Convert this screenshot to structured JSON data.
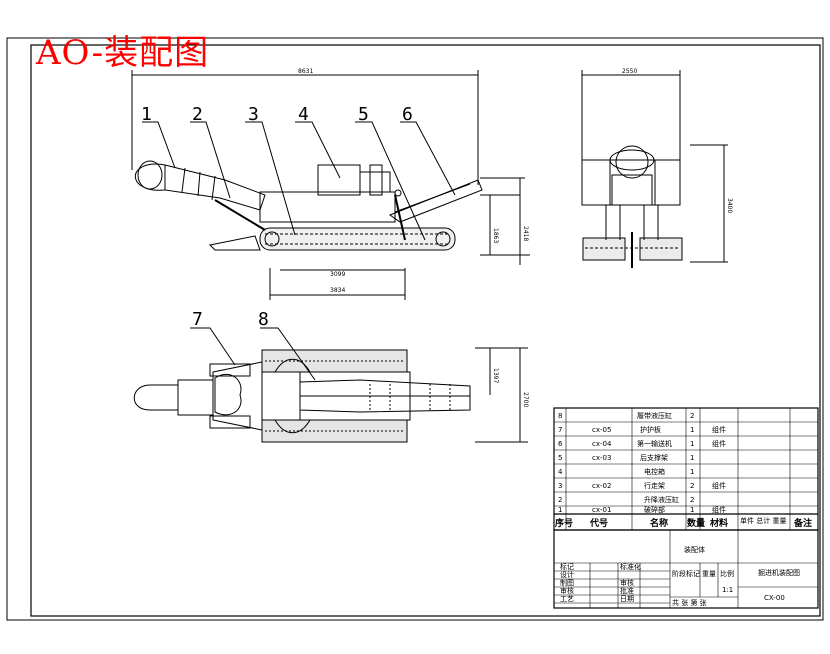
{
  "title": "AO-装配图",
  "callouts": [
    "1",
    "2",
    "3",
    "4",
    "5",
    "6",
    "7",
    "8"
  ],
  "dimensions": {
    "side_total_length": "8631",
    "side_height_1": "1863",
    "side_height_2": "2418",
    "side_track_length": "3099",
    "side_track_total": "3834",
    "front_width": "2550",
    "front_height": "3400",
    "plan_width_1": "1397",
    "plan_width_2": "2700"
  },
  "bom": {
    "rows": [
      {
        "no": "8",
        "code": "",
        "name": "履带液压缸",
        "qty": "2",
        "material": "",
        "note": ""
      },
      {
        "no": "7",
        "code": "cx-05",
        "name": "护护板",
        "qty": "1",
        "material": "组件",
        "note": ""
      },
      {
        "no": "6",
        "code": "cx-04",
        "name": "第一输送机",
        "qty": "1",
        "material": "组件",
        "note": ""
      },
      {
        "no": "5",
        "code": "cx-03",
        "name": "后支撑架",
        "qty": "1",
        "material": "",
        "note": ""
      },
      {
        "no": "4",
        "code": "",
        "name": "电控箱",
        "qty": "1",
        "material": "",
        "note": ""
      },
      {
        "no": "3",
        "code": "cx-02",
        "name": "行走架",
        "qty": "2",
        "material": "组件",
        "note": ""
      },
      {
        "no": "2",
        "code": "",
        "name": "升降液压缸",
        "qty": "2",
        "material": "",
        "note": ""
      },
      {
        "no": "1",
        "code": "cx-01",
        "name": "破碎部",
        "qty": "1",
        "material": "组件",
        "note": ""
      }
    ],
    "headers": [
      "序号",
      "代号",
      "名称",
      "数量",
      "材料",
      "单件 总计 重量",
      "备注"
    ]
  },
  "titleblock": {
    "assembly": "装配体",
    "drawing_name": "掘进机装配图",
    "drawing_no": "CX-00",
    "sheet": "共  张  第  张",
    "rows": [
      "标记",
      "设计",
      "制图",
      "审核",
      "工艺"
    ],
    "mid_labels": [
      "标准化",
      "审核",
      "批准",
      "日期"
    ],
    "stage_labels": [
      "阶段标记",
      "重量",
      "比例"
    ],
    "scale": "1:1"
  }
}
